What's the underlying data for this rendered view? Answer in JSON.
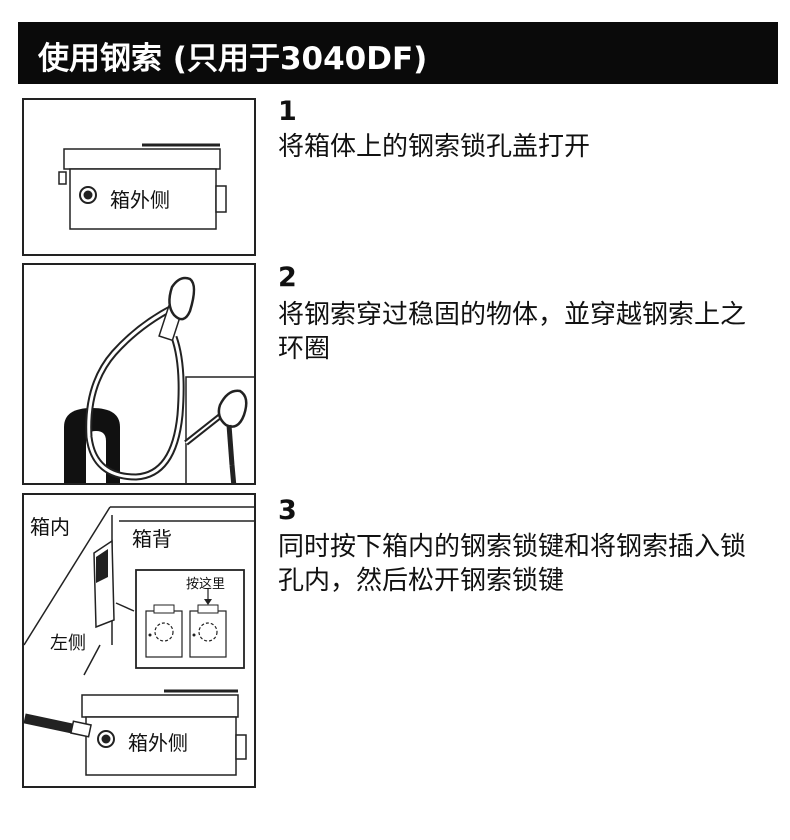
{
  "header": {
    "title": "使用钢索 (只用于3040DF)"
  },
  "steps": [
    {
      "number": "1",
      "text": "将箱体上的钢索锁孔盖打开"
    },
    {
      "number": "2",
      "text": "将钢索穿过稳固的物体，並穿越钢索上之环圈"
    },
    {
      "number": "3",
      "text": "同时按下箱内的钢索锁键和将钢索插入锁孔内，然后松开钢索锁键"
    }
  ],
  "figure1": {
    "label_outside": "箱外侧"
  },
  "figure3": {
    "label_inside": "箱内",
    "label_back": "箱背",
    "label_press": "按这里",
    "label_left": "左侧",
    "label_outside": "箱外侧"
  },
  "colors": {
    "header_bg": "#0a0a0a",
    "header_text": "#ffffff",
    "line": "#222222"
  }
}
